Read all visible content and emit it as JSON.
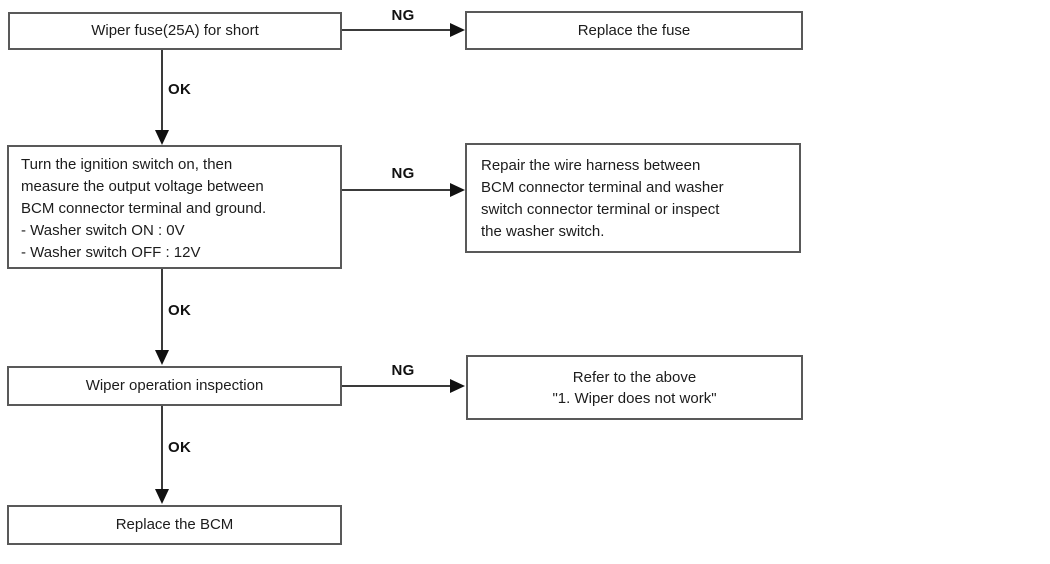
{
  "diagram": {
    "title_hint": "wiper-washer-troubleshooting-flowchart",
    "boxes": {
      "fuse_check": {
        "text": "Wiper fuse(25A) for short"
      },
      "replace_fuse": {
        "text": "Replace the fuse"
      },
      "voltage_check": {
        "lines": [
          "Turn the ignition switch on, then",
          "measure the output voltage between",
          "BCM connector terminal and ground.",
          "- Washer switch ON : 0V",
          "- Washer switch OFF : 12V"
        ]
      },
      "repair_harness": {
        "lines": [
          "Repair the wire harness between",
          "BCM connector terminal and washer",
          "switch connector terminal or inspect",
          "the washer switch."
        ]
      },
      "wiper_inspection": {
        "text": "Wiper operation inspection"
      },
      "refer_above": {
        "lines": [
          "Refer to the above",
          "\"1. Wiper does not work\""
        ]
      },
      "replace_bcm": {
        "text": "Replace the BCM"
      }
    },
    "edge_labels": {
      "ng1": "NG",
      "ok1": "OK",
      "ng2": "NG",
      "ok2": "OK",
      "ng3": "NG",
      "ok3": "OK"
    }
  }
}
